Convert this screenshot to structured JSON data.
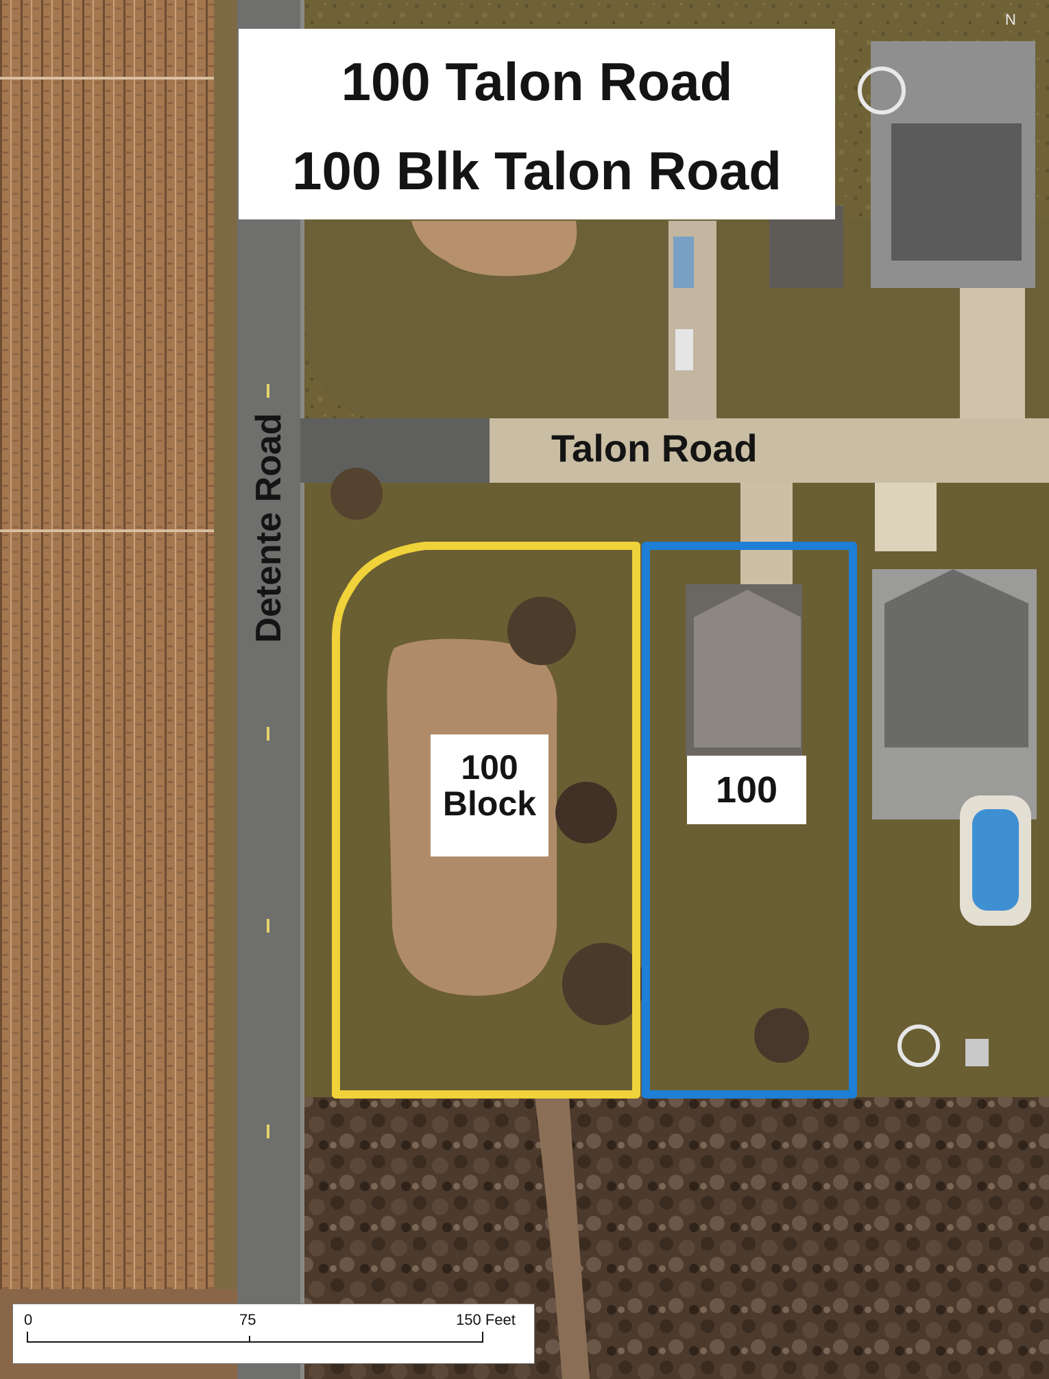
{
  "title": {
    "line1": "100 Talon Road",
    "line2": "100 Blk Talon Road"
  },
  "streets": {
    "horizontal": "Talon Road",
    "vertical": "Detente Road"
  },
  "parcels": [
    {
      "id": "block",
      "label_line1": "100",
      "label_line2": "Block",
      "outline_color": "#f0d23a"
    },
    {
      "id": "lot",
      "label": "100",
      "outline_color": "#1e7fd6"
    }
  ],
  "north_arrow": "N",
  "scale_bar": {
    "labels": [
      "0",
      "75",
      "150 Feet"
    ]
  },
  "colors": {
    "field": "#a4774f",
    "grass": "#6e6236",
    "road": "#6f6f6d",
    "concrete": "#c9bda3",
    "pond": "#b08b69",
    "block_outline": "#f0d23a",
    "lot_outline": "#1e7fd6"
  }
}
